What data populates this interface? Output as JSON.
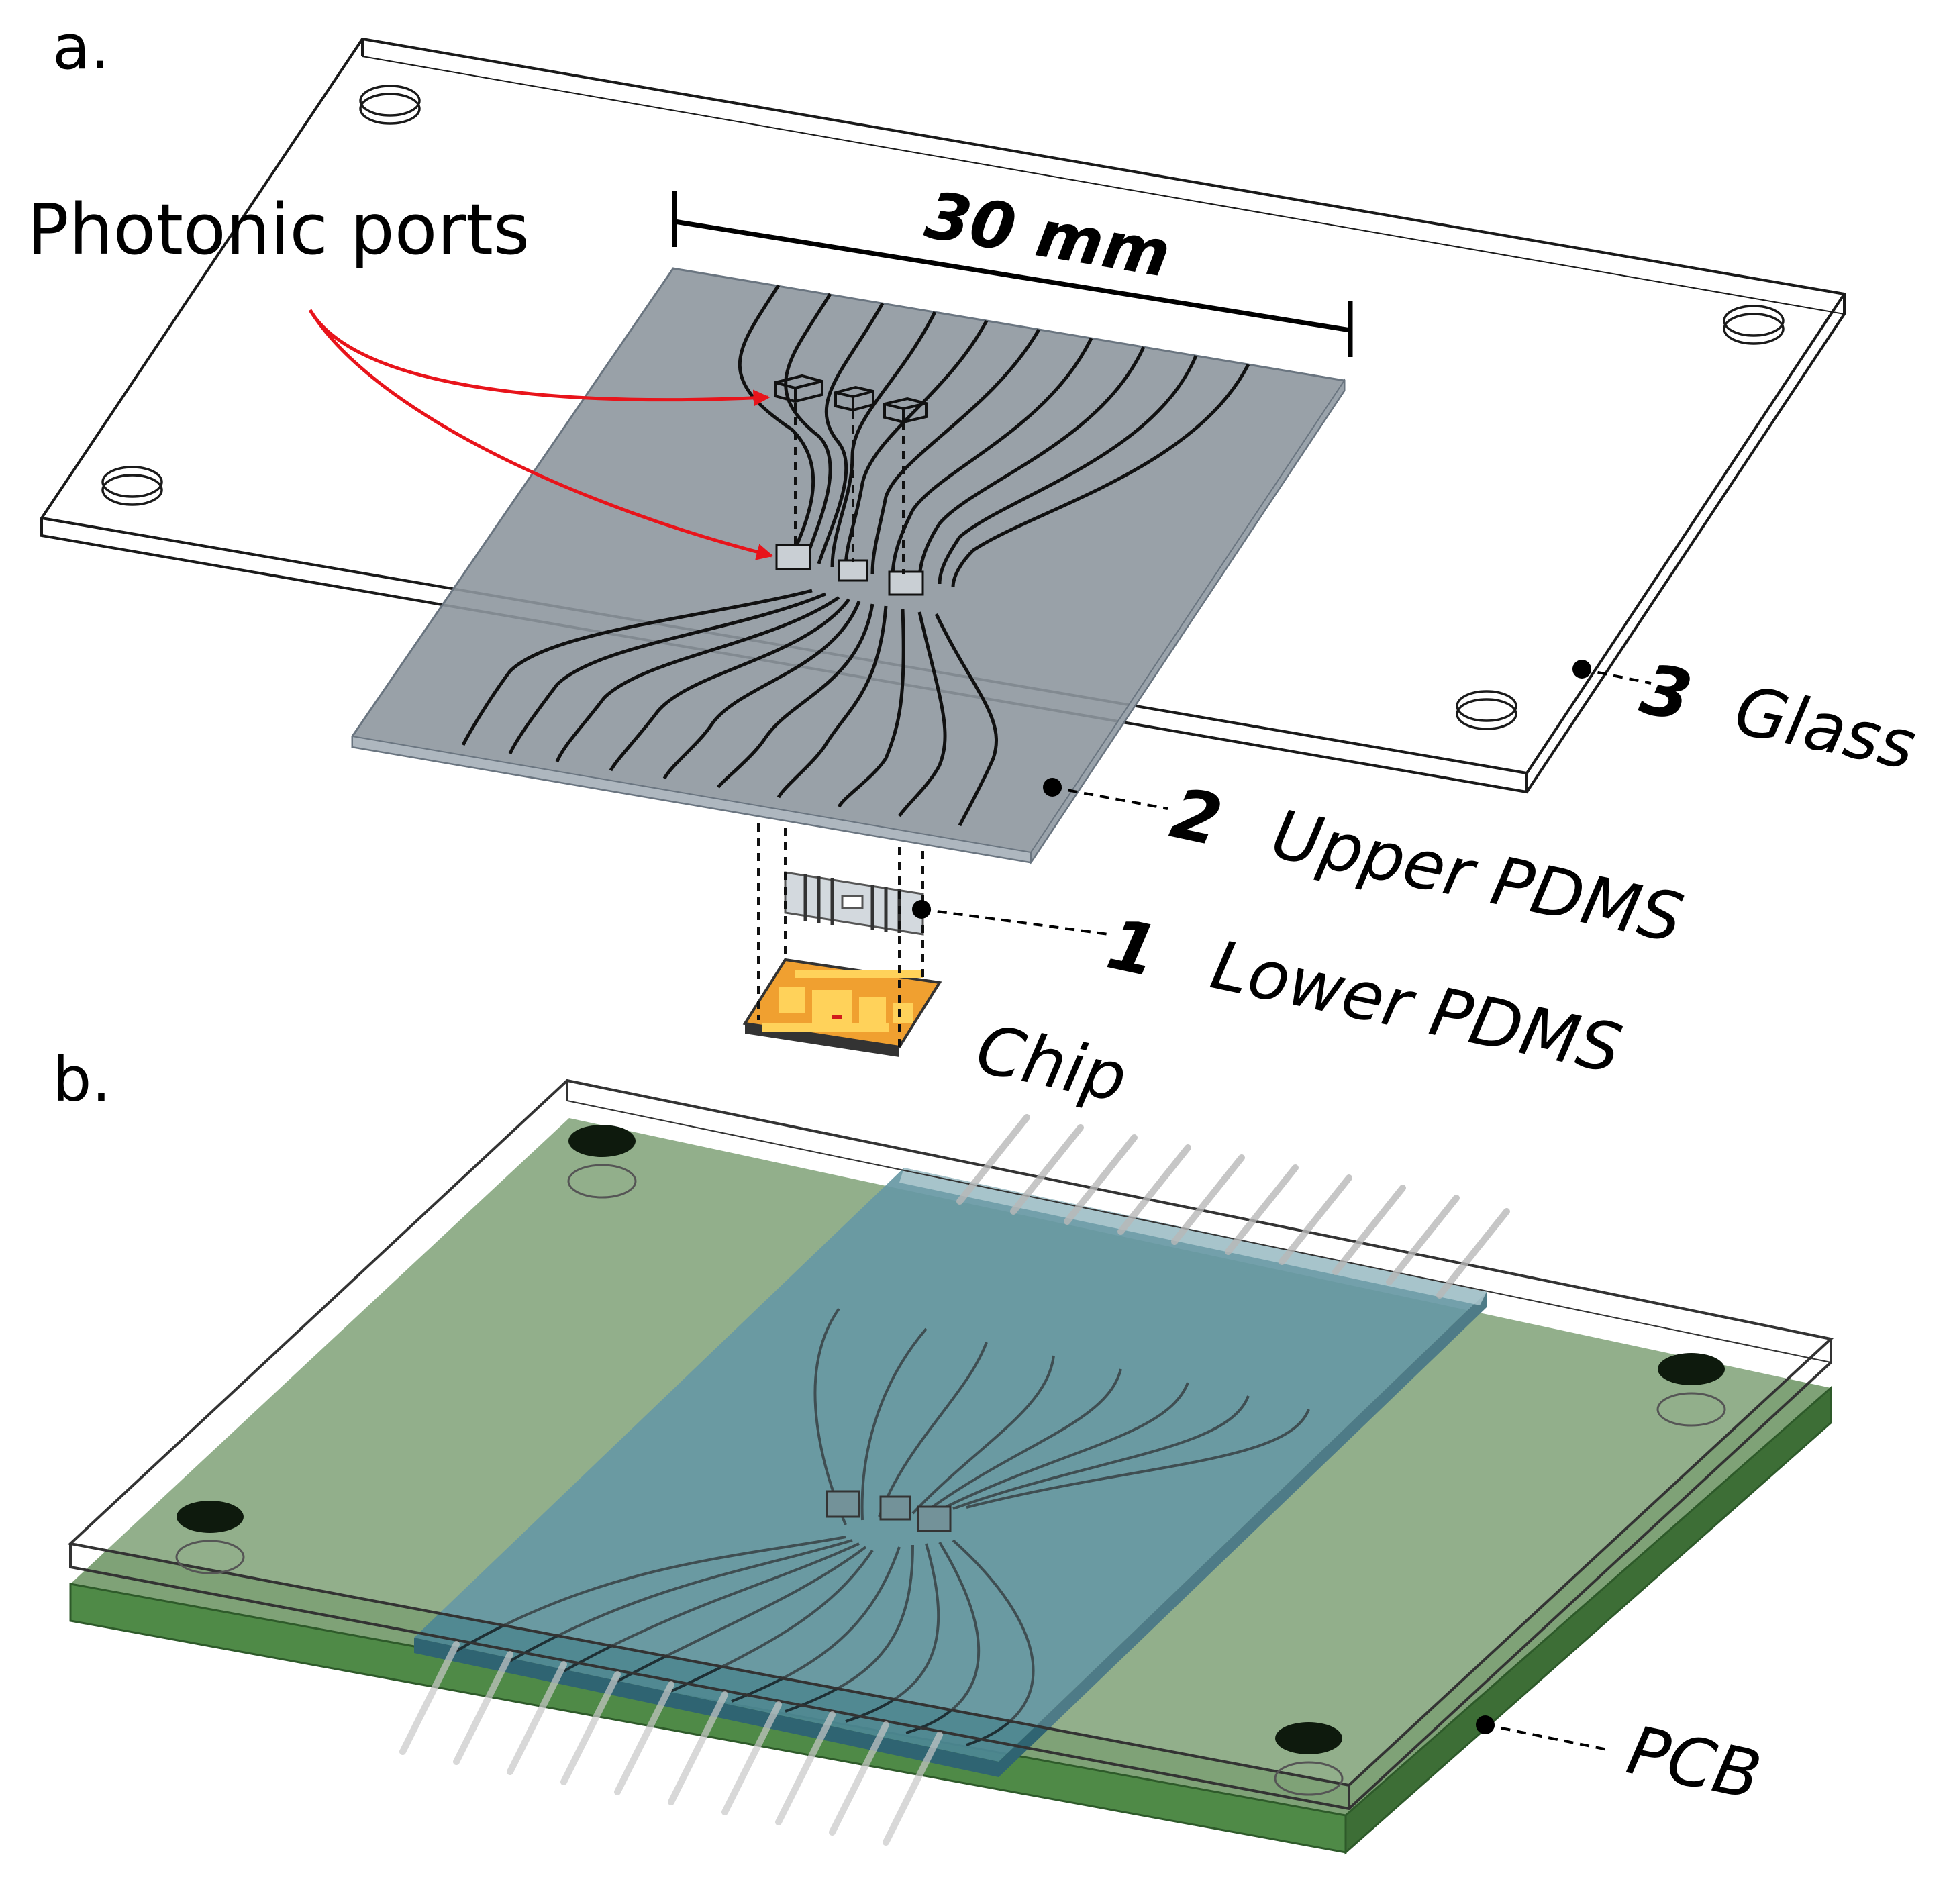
{
  "figure": {
    "panels": [
      {
        "label": "a."
      },
      {
        "label": "b."
      }
    ],
    "annotations": {
      "photonic_ports": "Photonic ports",
      "scale_bar": "30 mm"
    },
    "layers": [
      {
        "number": "3",
        "name": "Glass"
      },
      {
        "number": "2",
        "name": "Upper PDMS"
      },
      {
        "number": "1",
        "name": "Lower PDMS"
      }
    ],
    "chip_label": "Chip",
    "pcb_label": "PCB",
    "colors": {
      "glass_edge": "#1a1a1a",
      "pdms_gray": "#8e979f",
      "pcb_green": "#7fa277",
      "pcb_side": "#4f8a47",
      "pdms_blue": "#4d8795",
      "chip_orange": "#f0a030",
      "arrow_red": "#e8141b"
    }
  }
}
